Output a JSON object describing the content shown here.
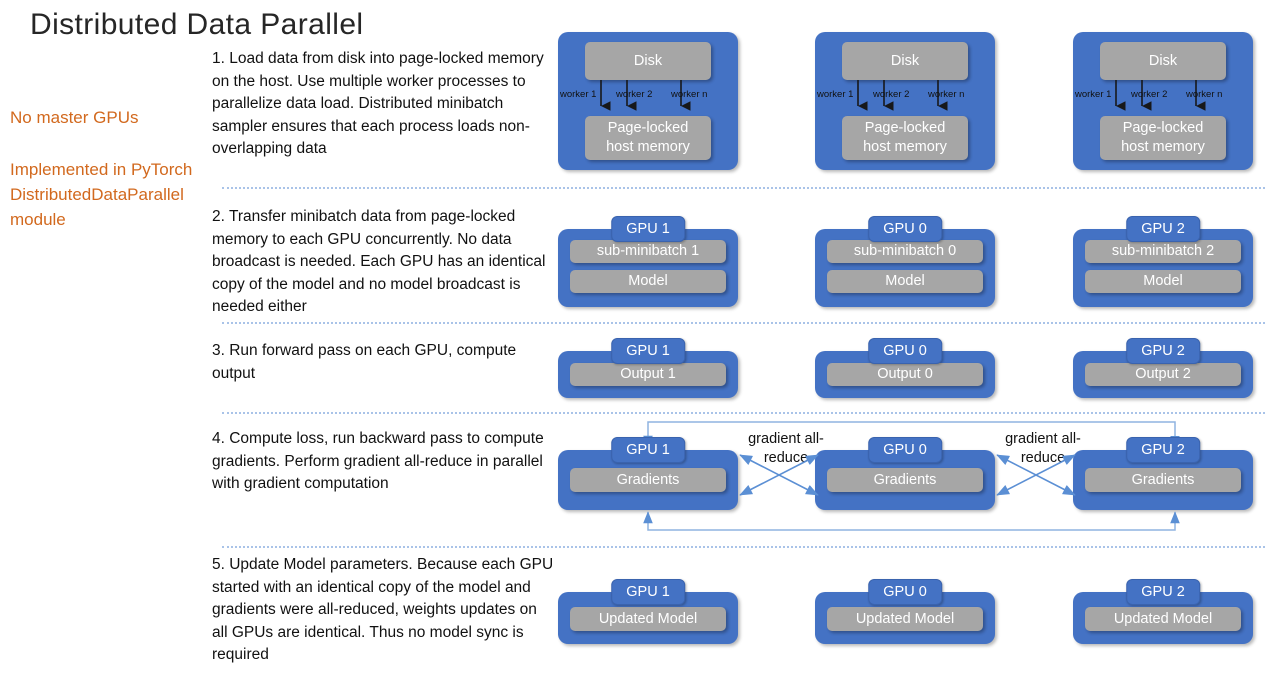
{
  "slide": {
    "title": "Distributed Data Parallel"
  },
  "notes": [
    {
      "id": "no-master",
      "text": "No master GPUs"
    },
    {
      "id": "implemented",
      "text": "Implemented in PyTorch DistributedDataParallel module"
    }
  ],
  "steps": [
    {
      "number": "1",
      "text": "1. Load data from disk into page-locked memory on the host. Use multiple worker processes to parallelize data load. Distributed minibatch sampler ensures that each process loads non-overlapping data"
    },
    {
      "number": "2",
      "text": "2. Transfer minibatch data from page-locked memory  to each GPU concurrently. No data broadcast is needed. Each GPU has an identical copy of the model and no model broadcast is needed either"
    },
    {
      "number": "3",
      "text": "3. Run forward pass on each GPU, compute output"
    },
    {
      "number": "4",
      "text": "4. Compute loss, run backward pass to compute gradients. Perform gradient all-reduce in parallel with gradient computation"
    },
    {
      "number": "5",
      "text": "5. Update Model parameters. Because each GPU started with an identical copy of the model and gradients were all-reduced, weights updates on all GPUs are identical. Thus no model sync is required"
    }
  ],
  "row1": {
    "columns": [
      {
        "disk_label": "Disk",
        "memory_line1": "Page-locked",
        "memory_line2": "host memory",
        "worker_labels": [
          "worker 1",
          "worker 2",
          "worker n"
        ]
      },
      {
        "disk_label": "Disk",
        "memory_line1": "Page-locked",
        "memory_line2": "host memory",
        "worker_labels": [
          "worker 1",
          "worker 2",
          "worker n"
        ]
      },
      {
        "disk_label": "Disk",
        "memory_line1": "Page-locked",
        "memory_line2": "host memory",
        "worker_labels": [
          "worker 1",
          "worker 2",
          "worker n"
        ]
      }
    ]
  },
  "row2": {
    "columns": [
      {
        "gpu_label": "GPU 1",
        "minibatch_label": "sub-minibatch 1",
        "model_label": "Model"
      },
      {
        "gpu_label": "GPU 0",
        "minibatch_label": "sub-minibatch 0",
        "model_label": "Model"
      },
      {
        "gpu_label": "GPU 2",
        "minibatch_label": "sub-minibatch 2",
        "model_label": "Model"
      }
    ]
  },
  "row3": {
    "columns": [
      {
        "gpu_label": "GPU 1",
        "output_label": "Output 1"
      },
      {
        "gpu_label": "GPU 0",
        "output_label": "Output 0"
      },
      {
        "gpu_label": "GPU 2",
        "output_label": "Output 2"
      }
    ]
  },
  "row4": {
    "columns": [
      {
        "gpu_label": "GPU 1",
        "gradients_label": "Gradients"
      },
      {
        "gpu_label": "GPU 0",
        "gradients_label": "Gradients"
      },
      {
        "gpu_label": "GPU 2",
        "gradients_label": "Gradients"
      }
    ],
    "allreduce_labels": [
      "gradient all-reduce",
      "gradient all-reduce"
    ]
  },
  "row5": {
    "columns": [
      {
        "gpu_label": "GPU 1",
        "updated_model_label": "Updated Model"
      },
      {
        "gpu_label": "GPU 0",
        "updated_model_label": "Updated Model"
      },
      {
        "gpu_label": "GPU 2",
        "updated_model_label": "Updated Model"
      }
    ]
  },
  "colors": {
    "gpu_blue": "#4472C4",
    "chip_gray": "#A6A6A6",
    "note_orange": "#D2691E",
    "separator_blue": "#A9C3E8",
    "arrow_blue": "#5B8FD4",
    "title_gray": "#262626"
  }
}
